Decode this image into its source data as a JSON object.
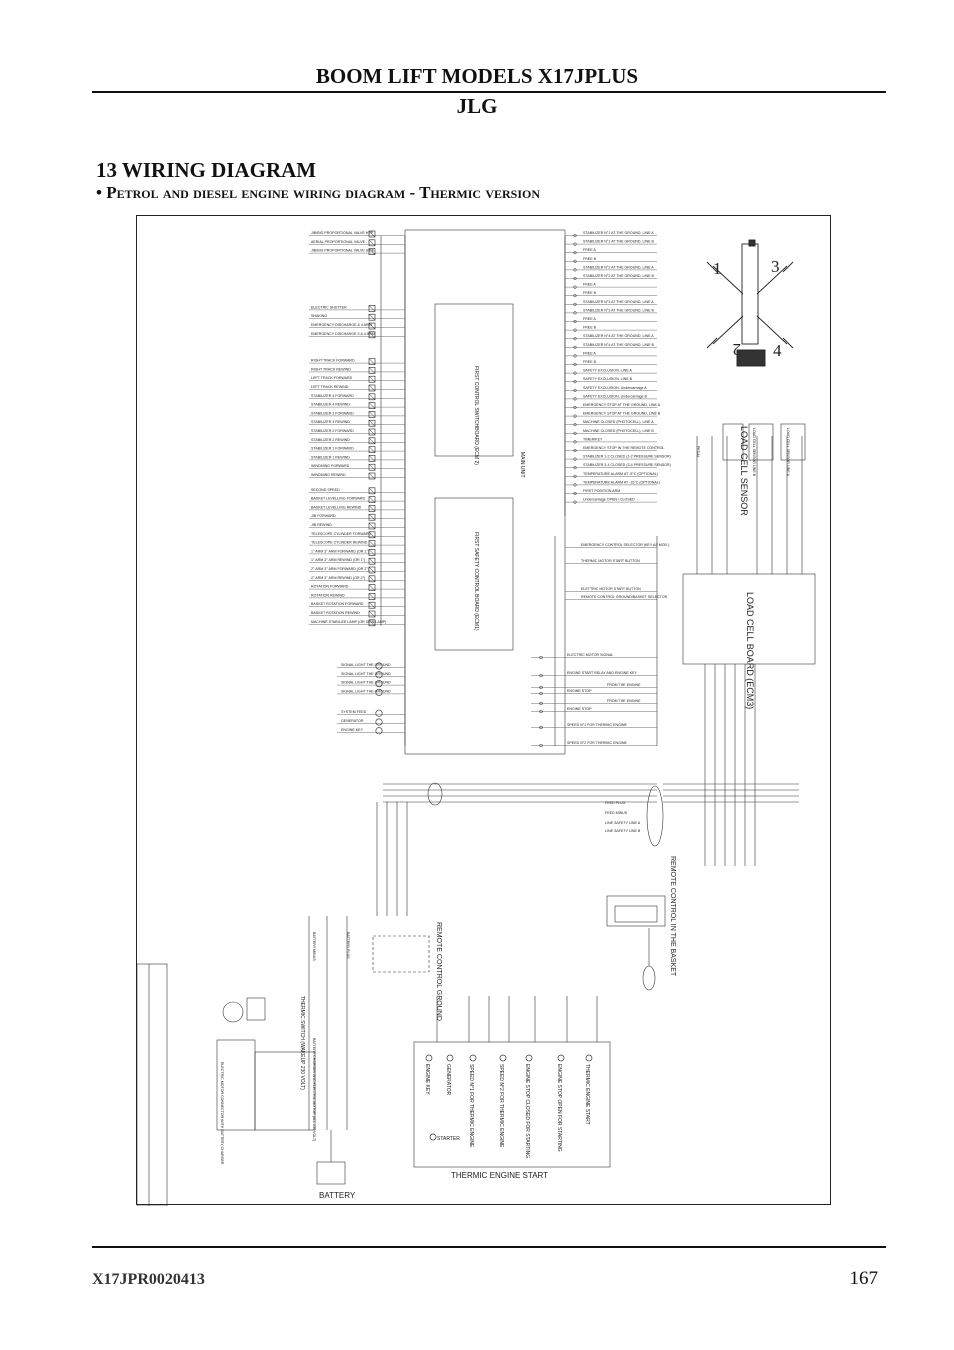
{
  "header": {
    "title": "BOOM LIFT MODELS X17JPLUS",
    "subtitle": "JLG"
  },
  "section": {
    "title": "13 WIRING DIAGRAM",
    "subtitle": "• Petrol and diesel engine wiring diagram - Thermic version"
  },
  "left_outputs": [
    "JIB/BIG PROPORTIONAL VALVE HTP",
    "AERIAL PROPORTIONAL VALVE",
    "JIB/BIG PROPORTIONAL VALVE SIDE",
    "ELECTRIC SHUTTER",
    "SHAKING",
    "EMERGENCY DISCHARGE & 4 ARM",
    "EMERGENCY DISCHARGE 3 & 4 ARM",
    "RIGHT TRACK FORWARD",
    "RIGHT TRACK REWIND",
    "LEFT TRACK FORWARD",
    "LEFT TRACK REWIND",
    "STABILIZER 4 FORWARD",
    "STABILIZER 4 REWIND",
    "STABILIZER 3 FORWARD",
    "STABILIZER 3 REWIND",
    "STABILIZER 2 FORWARD",
    "STABILIZER 2 REWIND",
    "STABILIZER 1 FORWARD",
    "STABILIZER 1 REWIND",
    "WINDMING FORWARD",
    "WINDMING REWIND",
    "SECOND SPEED",
    "BASKET LEVELLING FORWARD",
    "BASKET LEVELLING REWIND",
    "JIB FORWARD",
    "JIB REWIND",
    "TELESCOPE CYLINDER FORWARD",
    "TELESCOPE CYLINDER REWIND",
    "1° ARM 3° ARM FORWARD (OR 1°)",
    "1° ARM 3° ARM REWIND (OR 1°)",
    "2° ARM 3° ARM FORWARD (OR 2°)",
    "2° ARM 3° ARM REWIND (OR 2°)",
    "ROTATION FORWARD",
    "ROTATION REWIND",
    "BASKET ROTATION FORWARD",
    "BASKET ROTATION REWIND",
    "MACHINE STABILIZE LAMP (OR SIGN LAMP)"
  ],
  "lamp_outputs": [
    "SIGNAL LIGHT THE GROUND",
    "SIGNAL LIGHT THE GROUND",
    "SIGNAL LIGHT THE GROUND",
    "SIGNAL LIGHT THE GROUND",
    "SYSTEM FEED",
    "GENERATOR",
    "ENGINE KEY"
  ],
  "right_inputs": [
    "STABILIZER N°1 AT THE GROUND, LINE A",
    "STABILIZER N°1 AT THE GROUND, LINE B",
    "FREE A",
    "FREE B",
    "STABILIZER N°2 AT THE GROUND, LINE A",
    "STABILIZER N°2 AT THE GROUND, LINE B",
    "FREE A",
    "FREE B",
    "STABILIZER N°3 AT THE GROUND, LINE A",
    "STABILIZER N°3 AT THE GROUND, LINE B",
    "FREE A",
    "FREE B",
    "STABILIZER N°4 AT THE GROUND, LINE A",
    "STABILIZER N°4 AT THE GROUND, LINE B",
    "FREE A",
    "FREE B",
    "SAFETY EXCLUSION, LINE A",
    "SAFETY EXCLUSION, LINE B",
    "SAFETY EXCLUSION, Undercarriage A",
    "SAFETY EXCLUSION, Undercarriage B",
    "EMERGENCY STOP AT THE GROUND, LINE A",
    "EMERGENCY STOP AT THE GROUND, LINE B",
    "MACHINE CLOSED (PHOTOCELL), LINE A",
    "MACHINE CLOSED (PHOTOCELL), LINE B",
    "TIMER/KEY",
    "EMERGENCY STOP IN THE REMOTE CONTROL",
    "STABILIZER 1-2 CLOSED (1-2 PRESSURE SENSOR)",
    "STABILIZER 3-4 CLOSED (3-4 PRESSURE SENSOR)",
    "TEMPERATURE ALARM AT -5°C (OPTIONAL)",
    "TEMPERATURE ALARM AT -15°C (OPTIONAL)",
    "FIRST POSITION ARM",
    "Undercarriage OPEN / CLOSED"
  ],
  "lower_inputs": [
    "EMERGENCY CONTROL SELECTOR (KEY AS MOD.)",
    "THERMIC MOTOR START BUTTON",
    "ELETTRIC MOTOR START BUTTON",
    "REMOTE CONTROL GROUND/BASKET SELECTOR"
  ],
  "relay_labels": [
    "ELECTRIC MOTOR SIGNAL",
    "ENGINE START RELAY AND ENGINE KEY",
    "FROM THE ENGINE",
    "ENGINE STOP",
    "FROM THE ENGINE",
    "ENGINE STOP",
    "SPEED N°1 FOR THERMIC ENGINE",
    "SPEED N°2 FOR THERMIC ENGINE"
  ],
  "boards": {
    "main_unit": "MAIN UNIT",
    "ecm2": "FIRST CONTROL SWITCHBOARD (ECM 2)",
    "ecm1": "FIRST SAFETY CONTROL BOARD (ECM1)",
    "load_cell_board": "LOAD CELL BOARD (ECM3)",
    "load_cell_sensor": "LOAD CELL SENSOR",
    "remote_basket": "REMOTE CONTROL IN THE BASKET",
    "remote_ground": "REMOTE CONTROL GROUND"
  },
  "bus_labels": [
    "FEED PLUG",
    "FEED MINUS",
    "LINE SAFETY LINE A",
    "LINE SAFETY LINE B"
  ],
  "sensor_labels": [
    "LOAD CELL SENSOR LINE A",
    "LOAD CELL SENSOR LINE B",
    "PEDAL"
  ],
  "stabilizer_numbers": [
    "1",
    "2",
    "3",
    "4"
  ],
  "battery_block": {
    "battery": "BATTERY",
    "battery_plus": "BATTERY PLUS",
    "battery_minus": "BATTERY MINUS",
    "thermic_switch": "THERMIC SWITCH (WAKEUP 230 VOLT)",
    "charger": "BATTERY CHARGER AND ELECTRIC MOTOR (ALL 230 VOLT)",
    "connector": "ELECTRIC MOTOR CONNECTOR WITH BATTERY CHARGER"
  },
  "engine_start": {
    "title": "THERMIC ENGINE START",
    "items": [
      "ENGINE KEY",
      "GENERATOR",
      "SPEED N°1 FOR THERMIC ENGINE",
      "SPEED N°2 FOR THERMIC ENGINE",
      "ENGINE STOP CLOSED FOR STARTING",
      "ENGINE STOP OPEN FOR STARTING",
      "THERMIC ENGINE START"
    ],
    "starter": "STARTER"
  },
  "footer": {
    "code": "X17JPR0020413",
    "page": "167"
  }
}
